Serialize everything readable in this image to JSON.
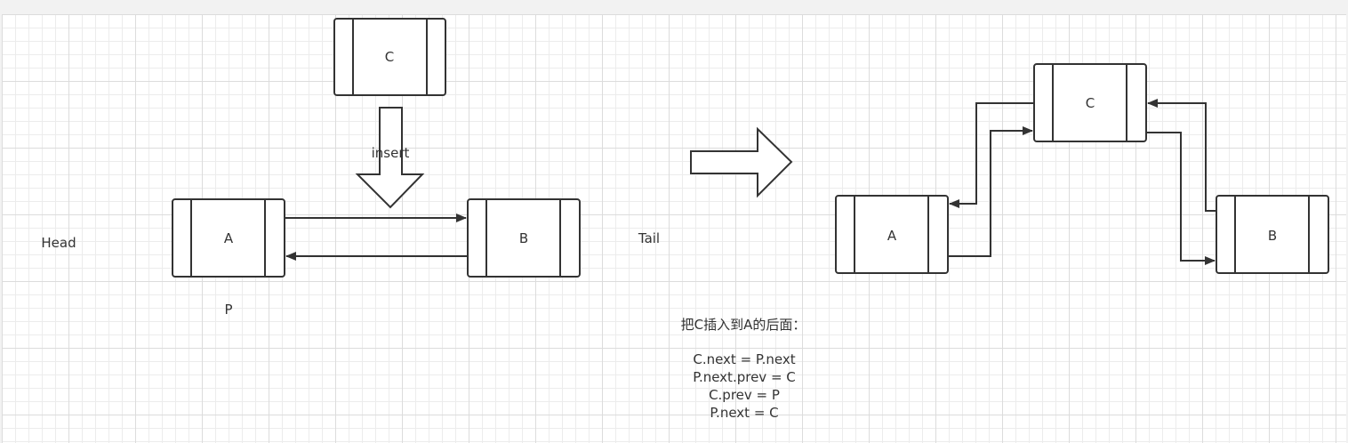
{
  "left": {
    "node_c": "C",
    "node_a": "A",
    "node_b": "B",
    "insert_label": "insert",
    "head_label": "Head",
    "tail_label": "Tail",
    "p_label": "P"
  },
  "right": {
    "node_a": "A",
    "node_b": "B",
    "node_c": "C"
  },
  "note": {
    "title": "把C插入到A的后面：",
    "lines": [
      "C.next = P.next",
      "P.next.prev = C",
      "C.prev = P",
      "P.next = C"
    ]
  },
  "colors": {
    "stroke": "#333333",
    "grid": "#dcdcdc",
    "background": "#ffffff"
  }
}
